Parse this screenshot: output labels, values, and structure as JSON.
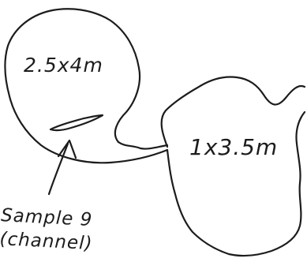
{
  "annotations": {
    "first_dimensions": "2.5x4m",
    "second_dimensions": "1x3.5m",
    "sample_line1": "Sample 9",
    "sample_line2": "(channel)"
  }
}
